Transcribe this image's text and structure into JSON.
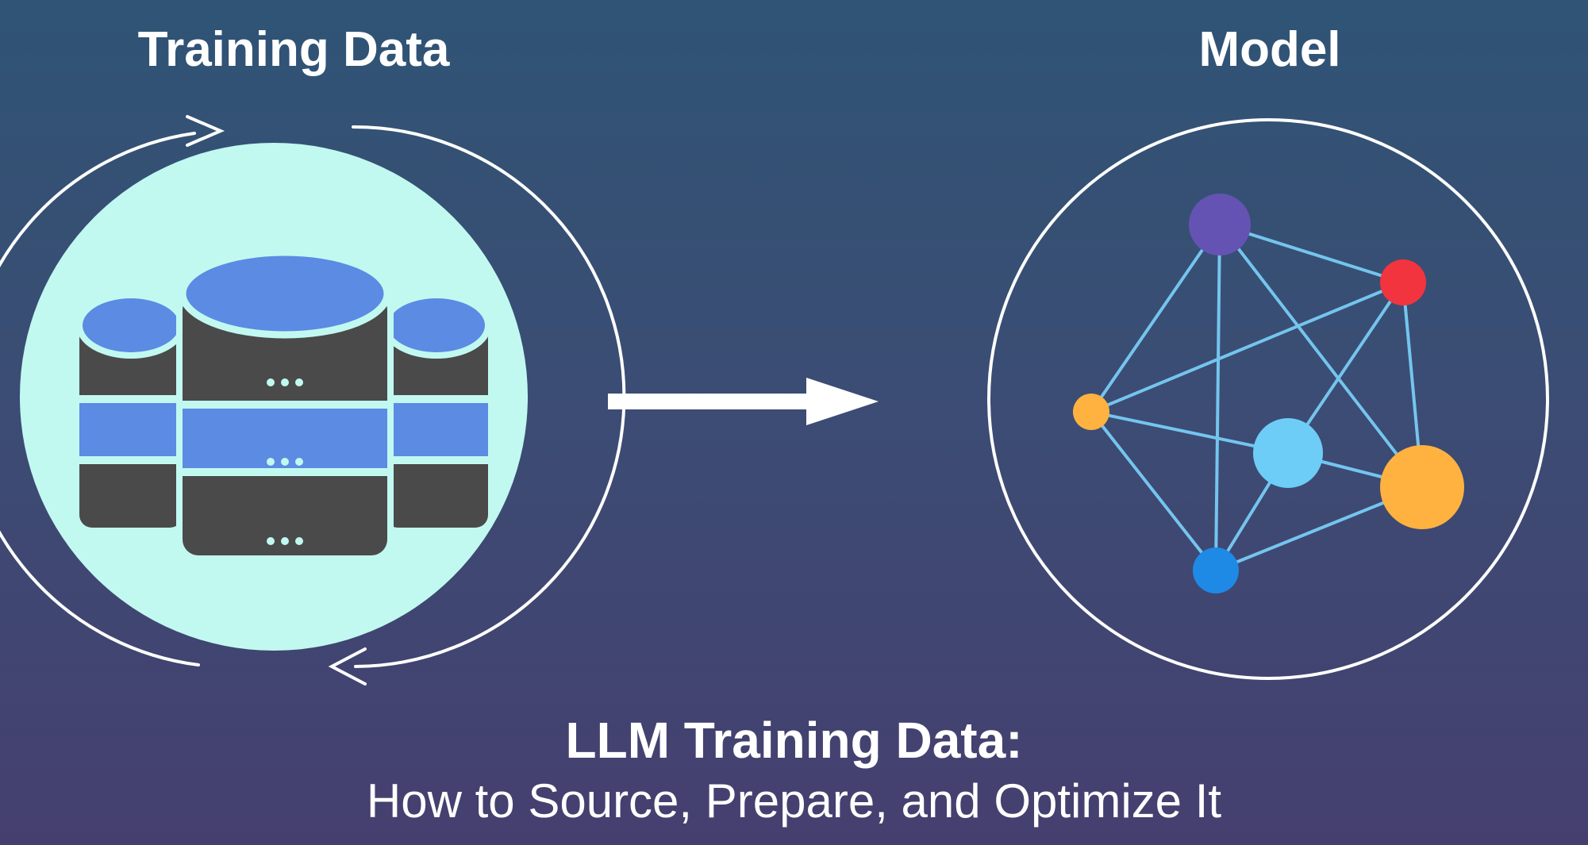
{
  "labels": {
    "left": "Training Data",
    "right": "Model"
  },
  "caption": {
    "title": "LLM Training Data:",
    "subtitle": "How to Source, Prepare, and Optimize It"
  },
  "colors": {
    "background_top": "#2f5475",
    "background_bottom": "#453f6f",
    "db_circle": "#c1f9f1",
    "db_top": "#5b8be3",
    "db_body": "#4a4a4a",
    "edge": "#74c5ee",
    "node_purple": "#6553b3",
    "node_red": "#f2343f",
    "node_orange": "#ffb240",
    "node_lightblue": "#6dcdf7",
    "node_blue": "#1e8ae5"
  },
  "icons": {
    "database": "database-stack-icon",
    "cycle": "cycle-arrows-icon",
    "flow": "right-arrow-icon",
    "network": "neural-network-icon"
  }
}
